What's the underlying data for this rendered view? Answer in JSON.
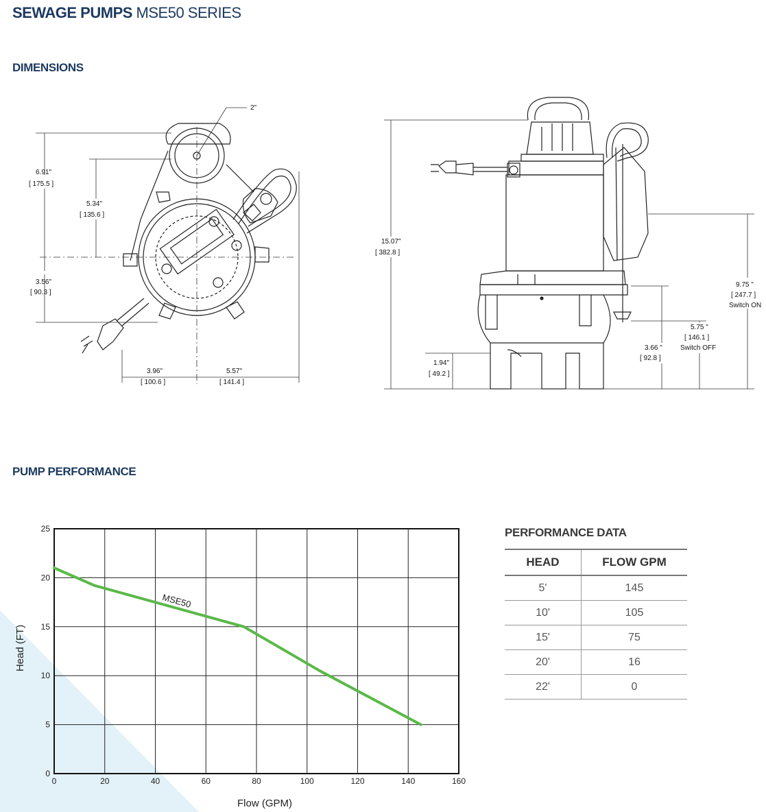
{
  "header": {
    "title_bold": "SEWAGE PUMPS",
    "title_light": "MSE50 SERIES"
  },
  "sections": {
    "dimensions": "DIMENSIONS",
    "performance": "PUMP PERFORMANCE"
  },
  "dimensions": {
    "top_view": {
      "outlet": "2\"",
      "d1_in": "6.91\"",
      "d1_mm": "[ 175.5 ]",
      "d2_in": "5.34\"",
      "d2_mm": "[ 135.6 ]",
      "d3_in": "3.56\"",
      "d3_mm": "[ 90.3 ]",
      "d4_in": "3.96\"",
      "d4_mm": "[ 100.6 ]",
      "d5_in": "5.57\"",
      "d5_mm": "[ 141.4 ]"
    },
    "side_view": {
      "height_in": "15.07\"",
      "height_mm": "[ 382.8 ]",
      "inlet_in": "1.94\"",
      "inlet_mm": "[ 49.2 ]",
      "h366_in": "3.66 \"",
      "h366_mm": "[ 92.8 ]",
      "off_in": "5.75 \"",
      "off_mm": "[ 146.1 ]",
      "off_label": "Switch OFF",
      "on_in": "9.75 \"",
      "on_mm": "[ 247.7 ]",
      "on_label": "Switch ON"
    }
  },
  "performance_table": {
    "title": "PERFORMANCE DATA",
    "headers": [
      "HEAD",
      "FLOW GPM"
    ],
    "rows": [
      [
        "5'",
        "145"
      ],
      [
        "10'",
        "105"
      ],
      [
        "15'",
        "75"
      ],
      [
        "20'",
        "16"
      ],
      [
        "22'",
        "0"
      ]
    ]
  },
  "colors": {
    "curve": "#5ab948",
    "heading": "#1d3a5f",
    "background_accent": "#e3f1f8"
  },
  "chart_data": {
    "type": "line",
    "title": "",
    "xlabel": "Flow (GPM)",
    "ylabel": "Head (FT)",
    "xlim": [
      0,
      160
    ],
    "ylim": [
      0,
      25
    ],
    "xticks": [
      0,
      20,
      40,
      60,
      80,
      100,
      120,
      140,
      160
    ],
    "yticks": [
      0,
      5,
      10,
      15,
      20,
      25
    ],
    "grid": true,
    "series": [
      {
        "name": "MSE50",
        "x": [
          0,
          16,
          75,
          105,
          145
        ],
        "y": [
          21,
          19.2,
          15,
          10.5,
          5
        ]
      }
    ]
  }
}
